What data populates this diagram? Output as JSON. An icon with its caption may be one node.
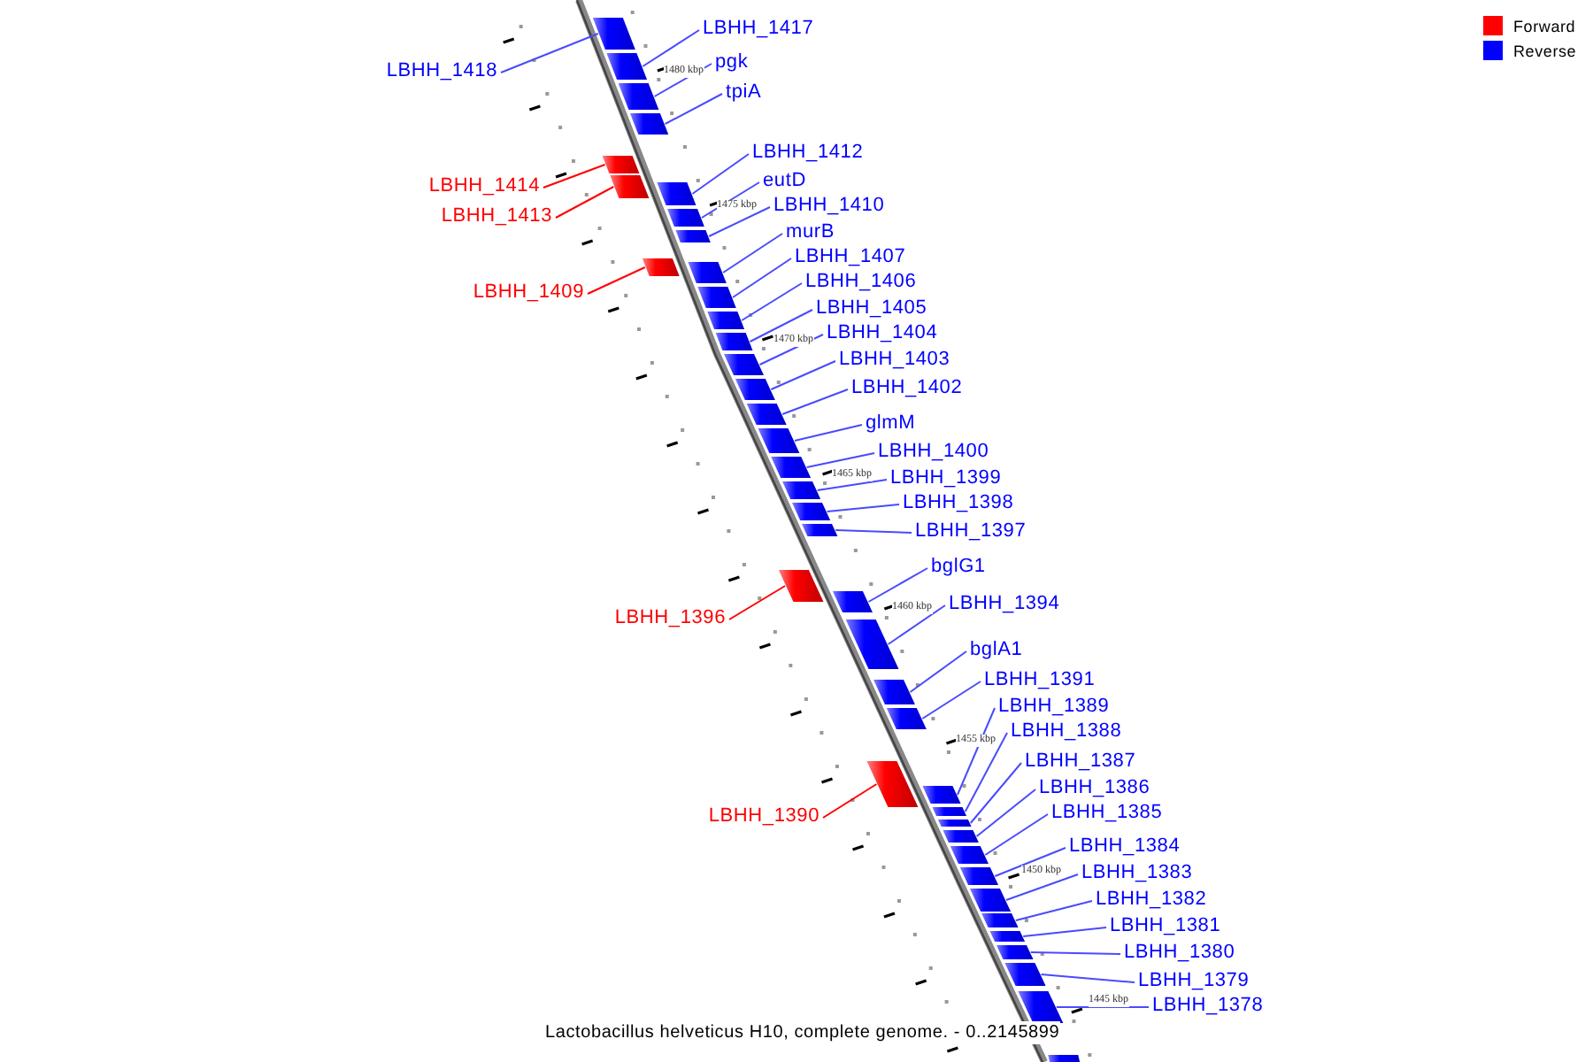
{
  "diagram": {
    "caption": "Lactobacillus helveticus H10, complete genome. - 0..2145899",
    "nodes": [
      {
        "text": [
          "LBHH_1417"
        ]
      },
      {
        "text": [
          "pgk"
        ]
      },
      {
        "text": [
          "LBHH_1418"
        ]
      },
      {
        "text": [
          "tpiA"
        ]
      },
      {
        "text": [
          "LBHH_1412"
        ]
      },
      {
        "text": [
          "eutD"
        ]
      },
      {
        "text": [
          "LBHH_1414"
        ]
      },
      {
        "text": [
          "LBHH_1410"
        ]
      },
      {
        "text": [
          "LBHH_1413"
        ]
      },
      {
        "text": [
          "murB"
        ]
      },
      {
        "text": [
          "LBHH_1407"
        ]
      },
      {
        "text": [
          "LBHH_1406"
        ]
      },
      {
        "text": [
          "LBHH_1409"
        ]
      },
      {
        "text": [
          "LBHH_1405"
        ]
      },
      {
        "text": [
          "LBHH_1404"
        ]
      },
      {
        "text": [
          "LBHH_1403"
        ]
      },
      {
        "text": [
          "LBHH_1402"
        ]
      },
      {
        "text": [
          "glmM"
        ]
      },
      {
        "text": [
          "LBHH_1400"
        ]
      },
      {
        "text": [
          "LBHH_1399"
        ]
      },
      {
        "text": [
          "LBHH_1398"
        ]
      },
      {
        "text": [
          "LBHH_1397"
        ]
      },
      {
        "text": [
          "bglG1"
        ]
      },
      {
        "text": [
          "LBHH_1394"
        ]
      },
      {
        "text": [
          "LBHH_1396"
        ]
      },
      {
        "text": [
          "bglA1"
        ]
      },
      {
        "text": [
          "LBHH_1391"
        ]
      },
      {
        "text": [
          "LBHH_1389"
        ]
      },
      {
        "text": [
          "LBHH_1388"
        ]
      },
      {
        "text": [
          "LBHH_1387"
        ]
      },
      {
        "text": [
          "LBHH_1386"
        ]
      },
      {
        "text": [
          "LBHH_1385"
        ]
      },
      {
        "text": [
          "LBHH_1390"
        ]
      },
      {
        "text": [
          "LBHH_1384"
        ]
      },
      {
        "text": [
          "LBHH_1383"
        ]
      },
      {
        "text": [
          "LBHH_1382"
        ]
      },
      {
        "text": [
          "LBHH_1381"
        ]
      },
      {
        "text": [
          "LBHH_1380"
        ]
      },
      {
        "text": [
          "LBHH_1379"
        ]
      },
      {
        "text": [
          "LBHH_1378"
        ]
      },
      {
        "text": [],
        "shape": "bar"
      },
      {
        "text": [],
        "shape": "bar"
      },
      {
        "text": [],
        "shape": "bar"
      },
      {
        "text": [],
        "shape": "bar"
      },
      {
        "text": [],
        "shape": "bar"
      },
      {
        "text": [],
        "shape": "bar"
      },
      {
        "text": [],
        "shape": "bar"
      },
      {
        "text": [],
        "shape": "bar"
      },
      {
        "text": [],
        "shape": "bar"
      },
      {
        "text": [],
        "shape": "bar"
      },
      {
        "text": [],
        "shape": "bar"
      },
      {
        "text": [],
        "shape": "bar"
      },
      {
        "text": [],
        "shape": "bar"
      },
      {
        "text": [],
        "shape": "bar"
      },
      {
        "text": [],
        "shape": "bar"
      },
      {
        "text": [],
        "shape": "bar"
      },
      {
        "text": [],
        "shape": "bar"
      },
      {
        "text": [],
        "shape": "bar"
      },
      {
        "text": [],
        "shape": "bar"
      },
      {
        "text": [],
        "shape": "bar"
      },
      {
        "text": [],
        "shape": "bar"
      },
      {
        "text": [],
        "shape": "bar"
      },
      {
        "text": [],
        "shape": "bar"
      },
      {
        "text": [],
        "shape": "bar"
      },
      {
        "text": [],
        "shape": "bar"
      },
      {
        "text": [],
        "shape": "bar"
      },
      {
        "text": [],
        "shape": "bar"
      },
      {
        "text": [],
        "shape": "bar"
      },
      {
        "text": [],
        "shape": "bar"
      },
      {
        "text": [],
        "shape": "bar"
      },
      {
        "text": [],
        "shape": "bar"
      },
      {
        "text": [],
        "shape": "bar"
      },
      {
        "text": [],
        "shape": "bar"
      },
      {
        "text": [],
        "shape": "bar"
      },
      {
        "text": [],
        "shape": "bar"
      },
      {
        "text": [],
        "shape": "bar"
      },
      {
        "text": [],
        "shape": "bar"
      },
      {
        "text": [],
        "shape": "bar"
      },
      {
        "text": [],
        "shape": "bar"
      },
      {
        "text": [],
        "shape": "bar"
      },
      {
        "text": [],
        "shape": "bar"
      }
    ],
    "edges": [
      {
        "from": 0,
        "to": 41,
        "arrow": "none"
      },
      {
        "from": 1,
        "to": 42,
        "arrow": "none"
      },
      {
        "from": 2,
        "to": 40,
        "arrow": "none"
      },
      {
        "from": 3,
        "to": 43,
        "arrow": "none"
      },
      {
        "from": 4,
        "to": 46,
        "arrow": "none"
      },
      {
        "from": 5,
        "to": 47,
        "arrow": "none"
      },
      {
        "from": 6,
        "to": 44,
        "arrow": "none",
        "color": "#ff0000"
      },
      {
        "from": 7,
        "to": 48,
        "arrow": "none"
      },
      {
        "from": 8,
        "to": 45,
        "arrow": "none",
        "color": "#ff0000"
      },
      {
        "from": 9,
        "to": 50,
        "arrow": "none"
      },
      {
        "from": 10,
        "to": 51,
        "arrow": "none"
      },
      {
        "from": 11,
        "to": 52,
        "arrow": "none"
      },
      {
        "from": 12,
        "to": 49,
        "arrow": "none",
        "color": "#ff0000"
      },
      {
        "from": 13,
        "to": 53,
        "arrow": "none"
      },
      {
        "from": 14,
        "to": 54,
        "arrow": "none"
      },
      {
        "from": 15,
        "to": 55,
        "arrow": "none"
      },
      {
        "from": 16,
        "to": 56,
        "arrow": "none"
      },
      {
        "from": 17,
        "to": 57,
        "arrow": "none"
      },
      {
        "from": 18,
        "to": 58,
        "arrow": "none"
      },
      {
        "from": 19,
        "to": 59,
        "arrow": "none"
      },
      {
        "from": 20,
        "to": 60,
        "arrow": "none"
      },
      {
        "from": 21,
        "to": 61,
        "arrow": "none"
      },
      {
        "from": 22,
        "to": 63,
        "arrow": "none"
      },
      {
        "from": 23,
        "to": 64,
        "arrow": "none"
      },
      {
        "from": 24,
        "to": 62,
        "arrow": "none",
        "color": "#ff0000"
      },
      {
        "from": 25,
        "to": 65,
        "arrow": "none"
      },
      {
        "from": 26,
        "to": 66,
        "arrow": "none"
      },
      {
        "from": 27,
        "to": 68,
        "arrow": "none"
      },
      {
        "from": 28,
        "to": 69,
        "arrow": "none"
      },
      {
        "from": 29,
        "to": 70,
        "arrow": "none"
      },
      {
        "from": 30,
        "to": 71,
        "arrow": "none"
      },
      {
        "from": 31,
        "to": 72,
        "arrow": "none"
      },
      {
        "from": 32,
        "to": 67,
        "arrow": "none",
        "color": "#ff0000"
      },
      {
        "from": 33,
        "to": 73,
        "arrow": "none"
      },
      {
        "from": 34,
        "to": 74,
        "arrow": "none"
      },
      {
        "from": 35,
        "to": 75,
        "arrow": "none"
      },
      {
        "from": 36,
        "to": 76,
        "arrow": "none"
      },
      {
        "from": 37,
        "to": 77,
        "arrow": "none"
      },
      {
        "from": 38,
        "to": 78,
        "arrow": "none"
      },
      {
        "from": 39,
        "to": 79,
        "arrow": "none"
      }
    ],
    "labels": [
      "1480 kbp",
      "1475 kbp",
      "1470 kbp",
      "1465 kbp",
      "1460 kbp",
      "1455 kbp",
      "1450 kbp",
      "1445 kbp"
    ],
    "legend": [
      {
        "text": "Forward",
        "color": "#ff0000"
      },
      {
        "text": "Reverse",
        "color": "#0000ff"
      }
    ]
  }
}
